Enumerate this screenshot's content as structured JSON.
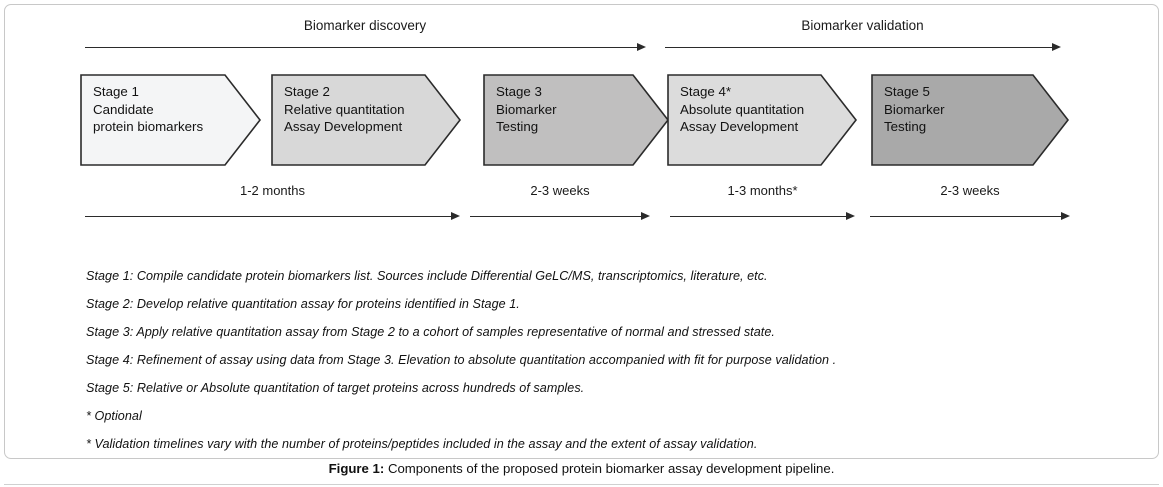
{
  "figure": {
    "caption_label": "Figure 1:",
    "caption_text": " Components of the proposed protein biomarker assay development pipeline."
  },
  "phases": [
    {
      "id": "discovery",
      "label": "Biomarker discovery"
    },
    {
      "id": "validation",
      "label": "Biomarker validation"
    }
  ],
  "stages": [
    {
      "id": "stage-1",
      "line1": "Stage 1",
      "line2": "Candidate",
      "line3": " protein biomarkers",
      "fill": "#f4f5f6"
    },
    {
      "id": "stage-2",
      "line1": "Stage 2",
      "line2": "Relative quantitation",
      "line3": "Assay Development",
      "fill": "#d8d8d8"
    },
    {
      "id": "stage-3",
      "line1": "Stage 3",
      "line2": "Biomarker",
      "line3": "Testing",
      "fill": "#c0bfbf"
    },
    {
      "id": "stage-4",
      "line1": "Stage 4*",
      "line2": "Absolute quantitation",
      "line3": "Assay Development",
      "fill": "#dcdcdc"
    },
    {
      "id": "stage-5",
      "line1": "Stage 5",
      "line2": "Biomarker",
      "line3": "Testing",
      "fill": "#a9a9a9"
    }
  ],
  "durations": [
    {
      "id": "duration-1",
      "label": "1-2 months"
    },
    {
      "id": "duration-2",
      "label": "2-3 weeks"
    },
    {
      "id": "duration-3",
      "label": "1-3 months*"
    },
    {
      "id": "duration-4",
      "label": "2-3 weeks"
    }
  ],
  "notes": [
    "Stage 1: Compile candidate protein biomarkers list.  Sources include Differential GeLC/MS, transcriptomics, literature, etc.",
    "Stage 2: Develop relative quantitation assay for proteins identified in Stage 1.",
    "Stage 3: Apply relative quantitation assay from Stage 2 to a cohort of samples representative of normal and stressed state.",
    "Stage 4: Refinement of  assay using data from Stage 3. Elevation to absolute quantitation accompanied with fit for purpose validation .",
    "Stage 5: Relative or Absolute quantitation of target proteins across hundreds of samples.",
    "* Optional",
    "* Validation timelines vary with the number of proteins/peptides included in the assay and the extent of assay validation."
  ],
  "colors": {
    "stroke": "#2b2b2b",
    "panel_border": "#c8c8c8",
    "text": "#111111"
  }
}
